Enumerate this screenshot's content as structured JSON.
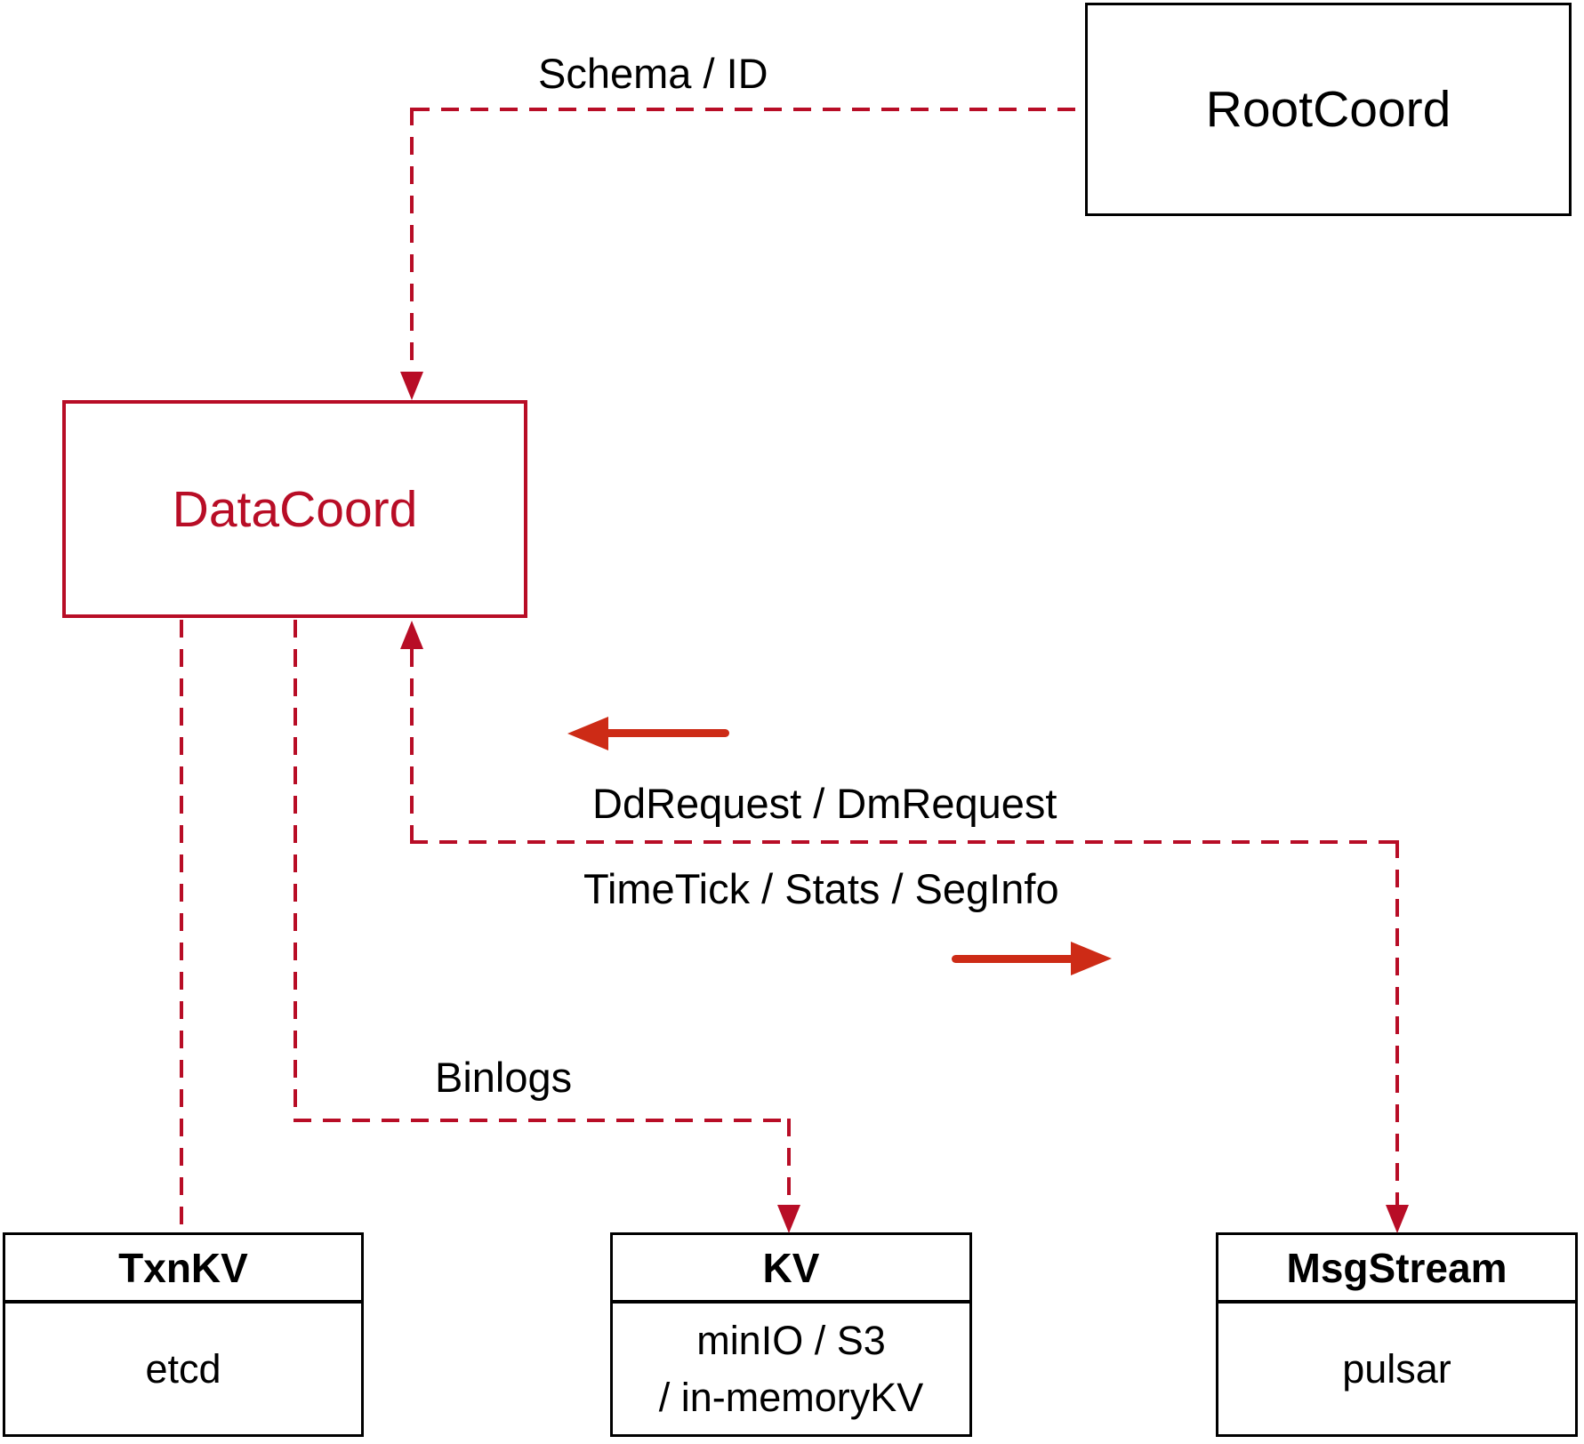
{
  "colors": {
    "crimson": "#b80d26",
    "arrow_red": "#cd2b16",
    "ink": "#000000"
  },
  "nodes": {
    "rootcoord": {
      "label": "RootCoord"
    },
    "datacoord": {
      "label": "DataCoord"
    },
    "txnkv": {
      "header": "TxnKV",
      "rows": [
        "etcd"
      ]
    },
    "kv": {
      "header": "KV",
      "rows": [
        "minIO / S3",
        "/ in-memoryKV"
      ]
    },
    "msgstream": {
      "header": "MsgStream",
      "rows": [
        "pulsar"
      ]
    }
  },
  "edges": {
    "schema_id": {
      "label": "Schema / ID"
    },
    "ddrequest": {
      "label": "DdRequest / DmRequest"
    },
    "timetick": {
      "label": "TimeTick / Stats / SegInfo"
    },
    "binlogs": {
      "label": "Binlogs"
    }
  }
}
